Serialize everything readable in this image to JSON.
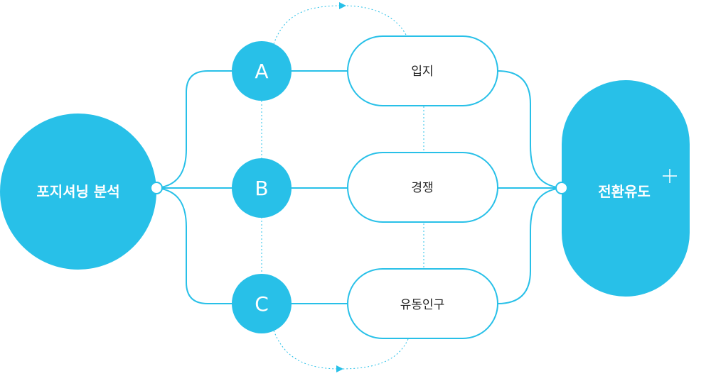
{
  "colors": {
    "accent": "#28c0e8",
    "text_dark": "#222222",
    "text_light": "#ffffff"
  },
  "left_node": {
    "label": "포지셔닝 분석"
  },
  "right_node": {
    "label": "전환유도",
    "icon": "plus-icon"
  },
  "factors": [
    {
      "letter": "A",
      "label": "입지"
    },
    {
      "letter": "B",
      "label": "경쟁"
    },
    {
      "letter": "C",
      "label": "유동인구"
    }
  ]
}
